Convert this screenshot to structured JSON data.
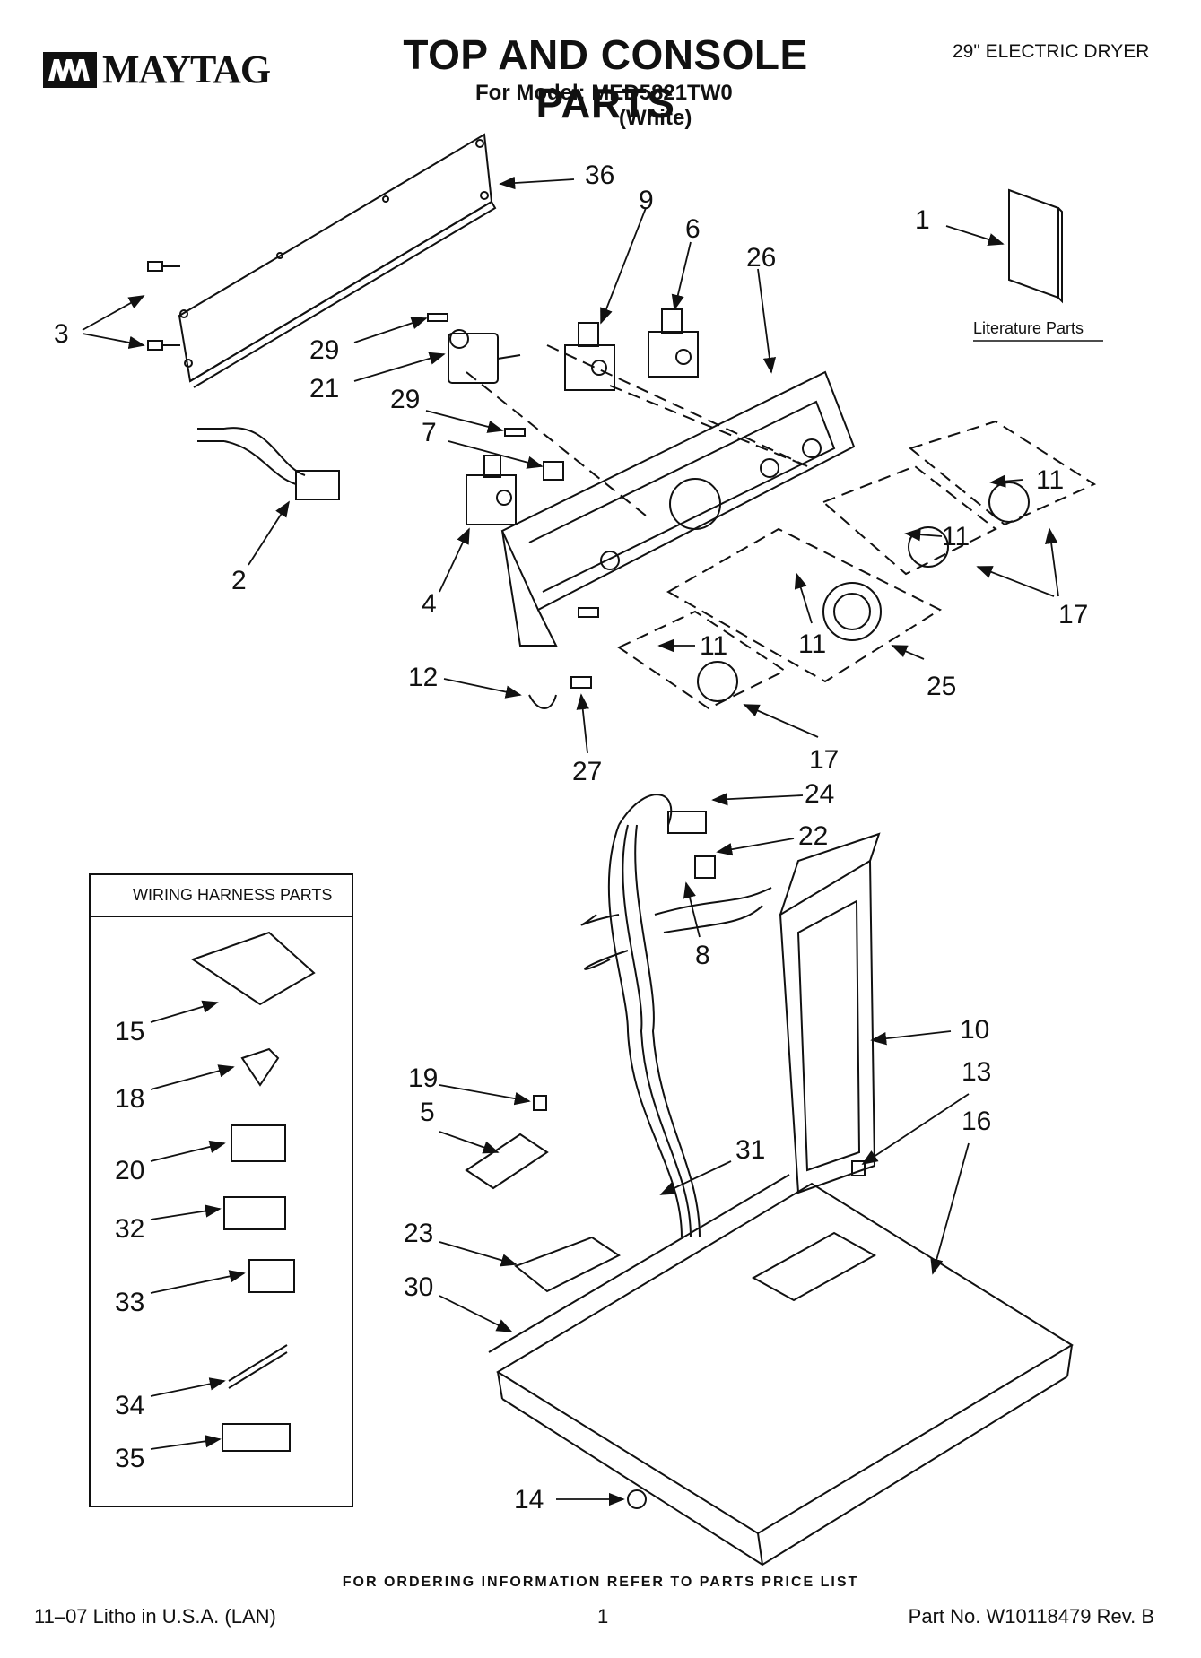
{
  "header": {
    "brand": "MAYTAG",
    "title": "TOP AND CONSOLE PARTS",
    "model_line": "For Model: MED5821TW0",
    "color_line": "(White)",
    "product": "29\" ELECTRIC DRYER"
  },
  "inset": {
    "literature_label": "Literature Parts",
    "wiring_box_title": "WIRING HARNESS PARTS"
  },
  "callouts": {
    "c36": "36",
    "c9": "9",
    "c6": "6",
    "c26": "26",
    "c1": "1",
    "c3": "3",
    "c29a": "29",
    "c21": "21",
    "c29b": "29",
    "c7": "7",
    "c2": "2",
    "c4": "4",
    "c11a": "11",
    "c11b": "11",
    "c11c": "11",
    "c11d": "11",
    "c17a": "17",
    "c17b": "17",
    "c25": "25",
    "c12": "12",
    "c27": "27",
    "c24": "24",
    "c22": "22",
    "c8": "8",
    "c10": "10",
    "c13": "13",
    "c16": "16",
    "c19": "19",
    "c5": "5",
    "c31": "31",
    "c23": "23",
    "c30": "30",
    "c14": "14",
    "c15": "15",
    "c18": "18",
    "c20": "20",
    "c32": "32",
    "c33": "33",
    "c34": "34",
    "c35": "35"
  },
  "footer": {
    "ordering_note": "FOR ORDERING INFORMATION REFER TO PARTS PRICE LIST",
    "litho": "11–07 Litho in U.S.A. (LAN)",
    "page": "1",
    "part_no": "Part No. W10118479 Rev. B"
  }
}
